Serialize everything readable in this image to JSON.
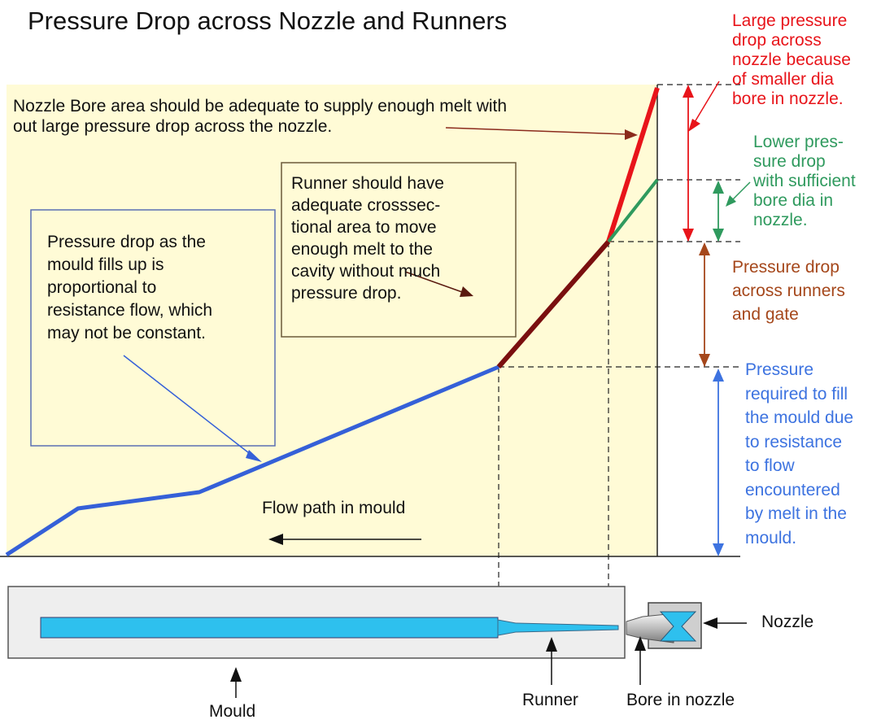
{
  "title": "Pressure Drop across Nozzle and Runners",
  "notes": {
    "nozzle_bore": "Nozzle Bore area should be adequate to supply enough melt with\nout large pressure drop across the nozzle.",
    "runner": "Runner should have\nadequate crosssec-\ntional area to move\nenough melt to the\ncavity without much\npressure drop.",
    "mould_fill": "Pressure drop as the\nmould fills up is\nproportional to\nresistance flow, which\nmay not be constant.",
    "flow_path": "Flow path in mould"
  },
  "right_labels": {
    "large_drop": {
      "text": "Large pressure\ndrop across\nnozzle because\nof smaller dia\nbore in nozzle.",
      "color": "#e8141a"
    },
    "lower_drop": {
      "text": "Lower pres-\nsure drop\nwith sufficient\nbore dia in\nnozzle.",
      "color": "#2f9a5e"
    },
    "runner_drop": {
      "text": "Pressure drop\nacross runners\nand gate",
      "color": "#a5471b"
    },
    "mould_required": {
      "text": "Pressure\nrequired to fill\nthe mould due\nto resistance\nto flow\nencountered\nby melt in the\nmould.",
      "color": "#3d73e0"
    }
  },
  "bottom_labels": {
    "nozzle": "Nozzle",
    "mould": "Mould",
    "runner": "Runner",
    "bore": "Bore in nozzle"
  },
  "colors": {
    "panel": "#fffbd6",
    "mould_line": "#3560d8",
    "runner_line": "#7a0f0f",
    "nozzle_small_bore": "#e8141a",
    "nozzle_sufficient_bore": "#2f9a5e",
    "cavity": "#2ec0ee"
  }
}
